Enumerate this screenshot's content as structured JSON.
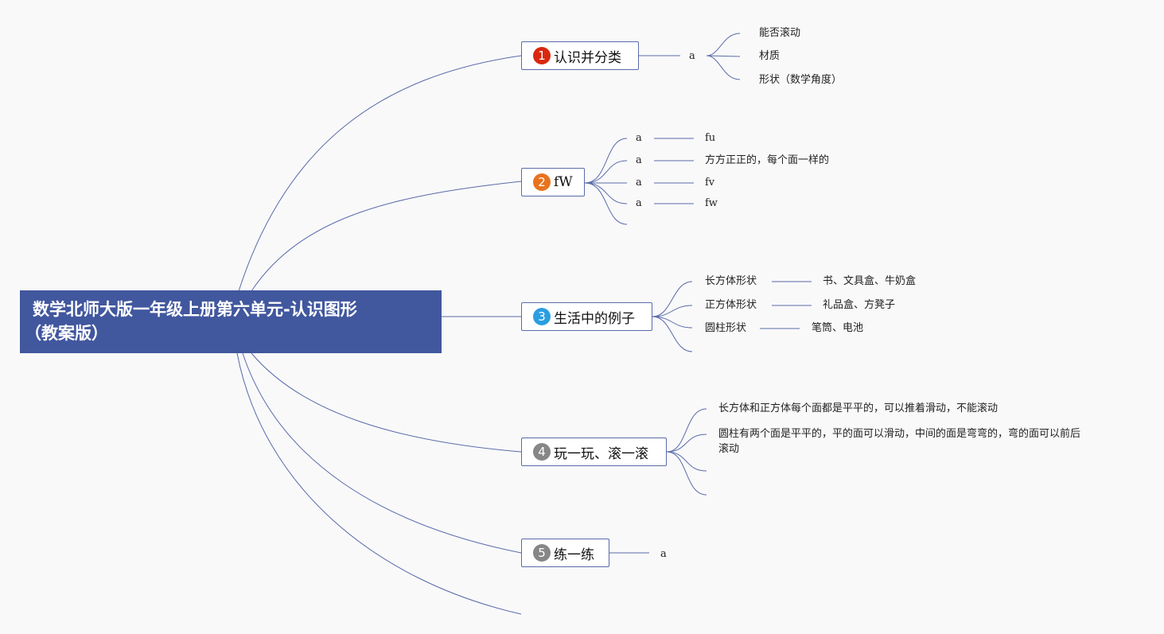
{
  "root": {
    "line1": "数学北师大版一年级上册第六单元-认识图形",
    "line2": "（教案版）"
  },
  "colors": {
    "root_bg": "#41579e",
    "line": "#5a6aa8",
    "n1": "#d9280f",
    "n2": "#e8731d",
    "n3": "#2a9ee0",
    "n4": "#878787",
    "n5": "#878787"
  },
  "branches": [
    {
      "num": "1",
      "label": "认识并分类",
      "sub": "a",
      "leaves": [
        "能否滚动",
        "材质",
        "形状（数学角度）"
      ]
    },
    {
      "num": "2",
      "label": "fW",
      "rows": [
        {
          "k": "a",
          "v": "fu"
        },
        {
          "k": "a",
          "v": "方方正正的，每个面一样的"
        },
        {
          "k": "a",
          "v": "fv"
        },
        {
          "k": "a",
          "v": "fw"
        }
      ]
    },
    {
      "num": "3",
      "label": "生活中的例子",
      "rows": [
        {
          "k": "长方体形状",
          "v": "书、文具盒、牛奶盒"
        },
        {
          "k": "正方体形状",
          "v": "礼品盒、方凳子"
        },
        {
          "k": "圆柱形状",
          "v": "笔筒、电池"
        }
      ]
    },
    {
      "num": "4",
      "label": "玩一玩、滚一滚",
      "leaves": [
        "长方体和正方体每个面都是平平的，可以推着滑动，不能滚动",
        "圆柱有两个面是平平的，平的面可以滑动，中间的面是弯弯的，弯的面可以前后",
        "滚动"
      ]
    },
    {
      "num": "5",
      "label": "练一练",
      "sub": "a"
    }
  ]
}
